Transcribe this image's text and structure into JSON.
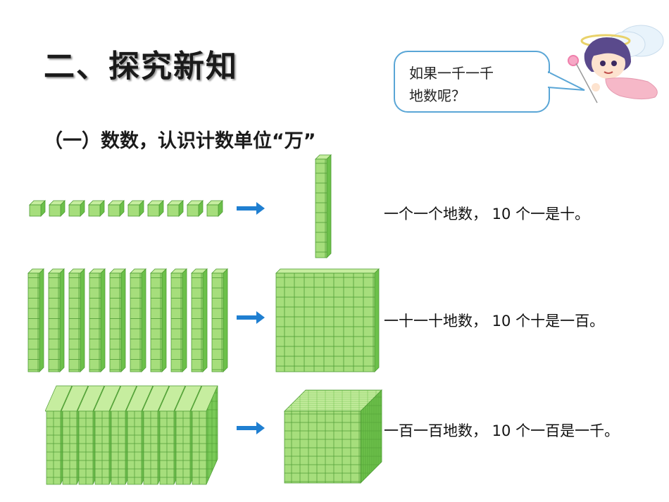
{
  "title": "二、探究新知",
  "subtitle": "（一）数数，认识计数单位“万”",
  "bubble": {
    "line1": "如果一千一千",
    "line2": "地数呢？"
  },
  "rows": [
    {
      "label": "一个一个地数， 10 个一是十。",
      "count": 10
    },
    {
      "label": "一十一十地数， 10 个十是一百。",
      "count": 10
    },
    {
      "label": "一百一百地数， 10 个一百是一千。",
      "count": 10
    }
  ],
  "colors": {
    "block_fill": "#a6de7c",
    "block_top": "#c6ed9f",
    "block_side": "#6cc04a",
    "block_line": "#4e9c34",
    "arrow": "#1f7fd1",
    "bubble_border": "#5aa6d6"
  },
  "icons": [
    "arrow-right-icon",
    "angel-character"
  ]
}
